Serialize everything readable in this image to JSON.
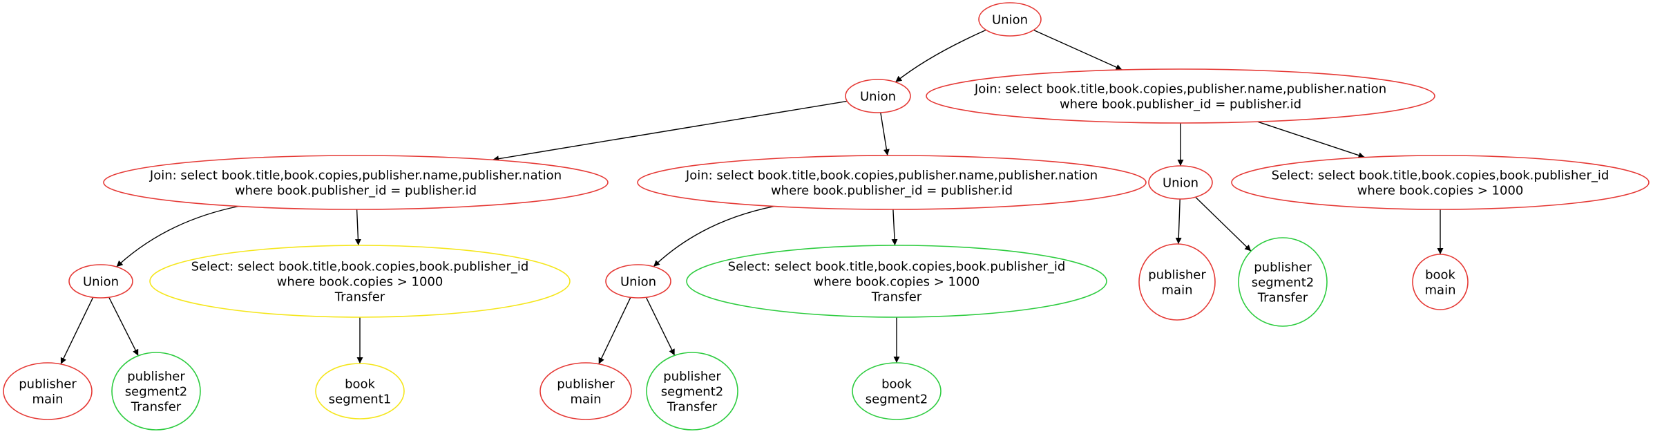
{
  "colors": {
    "red": "#e53935",
    "green": "#2ecc40",
    "yellow": "#f5e61b",
    "edge": "#000000"
  },
  "nodes": [
    {
      "id": "n1",
      "name": "union-node-root",
      "shape": "ellipse",
      "color": "red",
      "lines": [
        "Union"
      ]
    },
    {
      "id": "n2",
      "name": "union-node-left",
      "shape": "ellipse",
      "color": "red",
      "lines": [
        "Union"
      ]
    },
    {
      "id": "n3",
      "name": "join-node-right",
      "shape": "ellipse",
      "color": "red",
      "lines": [
        "Join: select book.title,book.copies,publisher.name,publisher.nation",
        "where  book.publisher_id = publisher.id"
      ]
    },
    {
      "id": "n4",
      "name": "join-node-a",
      "shape": "ellipse",
      "color": "red",
      "lines": [
        "Join: select book.title,book.copies,publisher.name,publisher.nation",
        "where  book.publisher_id = publisher.id"
      ]
    },
    {
      "id": "n5",
      "name": "join-node-b",
      "shape": "ellipse",
      "color": "red",
      "lines": [
        "Join: select book.title,book.copies,publisher.name,publisher.nation",
        "where  book.publisher_id = publisher.id"
      ]
    },
    {
      "id": "n6",
      "name": "union-node-c",
      "shape": "ellipse",
      "color": "red",
      "lines": [
        "Union"
      ]
    },
    {
      "id": "n7",
      "name": "select-node-c",
      "shape": "ellipse",
      "color": "red",
      "lines": [
        "Select: select book.title,book.copies,book.publisher_id",
        "where   book.copies > 1000"
      ]
    },
    {
      "id": "n8",
      "name": "union-node-a",
      "shape": "ellipse",
      "color": "red",
      "lines": [
        "Union"
      ]
    },
    {
      "id": "n9",
      "name": "select-node-a",
      "shape": "ellipse",
      "color": "yellow",
      "lines": [
        "Select: select book.title,book.copies,book.publisher_id",
        "where   book.copies > 1000",
        "Transfer"
      ]
    },
    {
      "id": "n10",
      "name": "union-node-b",
      "shape": "ellipse",
      "color": "red",
      "lines": [
        "Union"
      ]
    },
    {
      "id": "n11",
      "name": "select-node-b",
      "shape": "ellipse",
      "color": "green",
      "lines": [
        "Select: select book.title,book.copies,book.publisher_id",
        "where   book.copies > 1000",
        "Transfer"
      ]
    },
    {
      "id": "n12",
      "name": "publisher-main-node-c",
      "shape": "circle",
      "color": "red",
      "lines": [
        "publisher",
        "main"
      ]
    },
    {
      "id": "n13",
      "name": "publisher-segment2-node-c",
      "shape": "circle",
      "color": "green",
      "lines": [
        "publisher",
        "segment2",
        "Transfer"
      ]
    },
    {
      "id": "n14",
      "name": "book-main-node-c",
      "shape": "circle",
      "color": "red",
      "lines": [
        "book",
        "main"
      ]
    },
    {
      "id": "n15",
      "name": "publisher-main-node-a",
      "shape": "circle",
      "color": "red",
      "lines": [
        "publisher",
        "main"
      ]
    },
    {
      "id": "n16",
      "name": "publisher-segment2-node-a",
      "shape": "circle",
      "color": "green",
      "lines": [
        "publisher",
        "segment2",
        "Transfer"
      ]
    },
    {
      "id": "n17",
      "name": "book-segment1-node-a",
      "shape": "circle",
      "color": "yellow",
      "lines": [
        "book",
        "segment1"
      ]
    },
    {
      "id": "n18",
      "name": "publisher-main-node-b",
      "shape": "circle",
      "color": "red",
      "lines": [
        "publisher",
        "main"
      ]
    },
    {
      "id": "n19",
      "name": "publisher-segment2-node-b",
      "shape": "circle",
      "color": "green",
      "lines": [
        "publisher",
        "segment2",
        "Transfer"
      ]
    },
    {
      "id": "n20",
      "name": "book-segment2-node-b",
      "shape": "circle",
      "color": "green",
      "lines": [
        "book",
        "segment2"
      ]
    }
  ],
  "edges": [
    {
      "from": "n1",
      "to": "n2"
    },
    {
      "from": "n1",
      "to": "n3"
    },
    {
      "from": "n2",
      "to": "n4"
    },
    {
      "from": "n2",
      "to": "n5"
    },
    {
      "from": "n3",
      "to": "n6"
    },
    {
      "from": "n3",
      "to": "n7"
    },
    {
      "from": "n4",
      "to": "n8"
    },
    {
      "from": "n4",
      "to": "n9"
    },
    {
      "from": "n5",
      "to": "n10"
    },
    {
      "from": "n5",
      "to": "n11"
    },
    {
      "from": "n6",
      "to": "n12"
    },
    {
      "from": "n6",
      "to": "n13"
    },
    {
      "from": "n7",
      "to": "n14"
    },
    {
      "from": "n8",
      "to": "n15"
    },
    {
      "from": "n8",
      "to": "n16"
    },
    {
      "from": "n9",
      "to": "n17"
    },
    {
      "from": "n10",
      "to": "n18"
    },
    {
      "from": "n10",
      "to": "n19"
    },
    {
      "from": "n11",
      "to": "n20"
    }
  ]
}
